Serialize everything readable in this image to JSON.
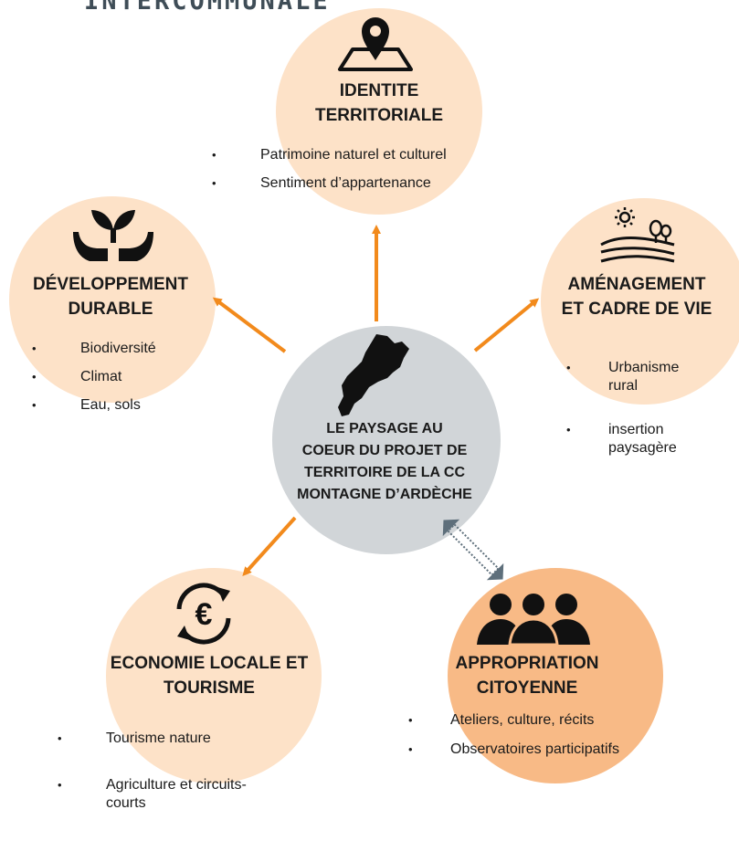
{
  "header": {
    "title": "INTERCOMMUNALE"
  },
  "center": {
    "title": "LE PAYSAGE AU\nCOEUR DU PROJET DE\nTERRITOIRE DE LA CC\nMONTAGNE D’ARDÈCHE"
  },
  "nodes": {
    "identite": {
      "title": "IDENTITE\nTERRITORIALE",
      "icon": "map-pin-icon",
      "items": [
        "Patrimoine naturel et culturel",
        "Sentiment d’appartenance"
      ]
    },
    "developpement": {
      "title": "DÉVELOPPEMENT\nDURABLE",
      "icon": "sprout-hands-icon",
      "items": [
        "Biodiversité",
        "Climat",
        "Eau, sols"
      ]
    },
    "amenagement": {
      "title": "AMÉNAGEMENT\nET CADRE DE VIE",
      "icon": "landscape-icon",
      "items": [
        "Urbanisme\nrural",
        "insertion\npaysagère"
      ]
    },
    "economie": {
      "title": "ECONOMIE LOCALE ET\nTOURISME",
      "icon": "euro-cycle-icon",
      "items": [
        "Tourisme nature",
        "Agriculture et circuits-\ncourts"
      ]
    },
    "appropriation": {
      "title": "APPROPRIATION\nCITOYENNE",
      "icon": "people-group-icon",
      "items": [
        "Ateliers, culture, récits",
        "Observatoires participatifs"
      ]
    }
  },
  "colors": {
    "peach": "#fde2c8",
    "orange_fill": "#f8ba86",
    "center_grey": "#d1d5d8",
    "arrow": "#f28a1c",
    "two_way_arrow": "#5e6f7b"
  }
}
